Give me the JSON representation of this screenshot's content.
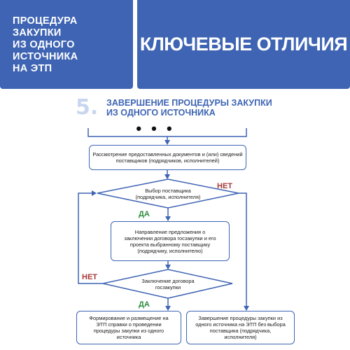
{
  "header": {
    "left_title": "ПРОЦЕДУРА\nЗАКУПКИ\nИЗ ОДНОГО\nИСТОЧНИКА\nНА ЭТП",
    "right_title": "КЛЮЧЕВЫЕ ОТЛИЧИЯ"
  },
  "section": {
    "number": "5.",
    "title": "ЗАВЕРШЕНИЕ ПРОЦЕДУРЫ ЗАКУПКИ\nИЗ ОДНОГО ИСТОЧНИКА"
  },
  "flow": {
    "ellipsis": "• • •",
    "review_box": "Рассмотрение предоставленных документов и (или) сведений поставщиков (подрядчиков, исполнителей)",
    "decision_select": "Выбор поставщика (подрядчика, исполнителя)",
    "direction_box": "Направление предложения о заключении договора госзакупки и его проекта выбранному поставщику (подрядчику, исполнителю)",
    "decision_contract": "Заключение договора госзакупки",
    "formation_box": "Формирование и размещение на ЭТП справки о проведении процедуры закупки из одного источника",
    "completion_box": "Завершение процедуры закупки из одного источника на ЭТП без выбора поставщика (подрядчика, исполнителя)",
    "label_no_1": "НЕТ",
    "label_yes_1": "ДА",
    "label_no_2": "НЕТ",
    "label_yes_2": "ДА"
  },
  "colors": {
    "accent": "#3e64b3",
    "yes": "#2e8b3f",
    "no": "#a63a3a"
  }
}
